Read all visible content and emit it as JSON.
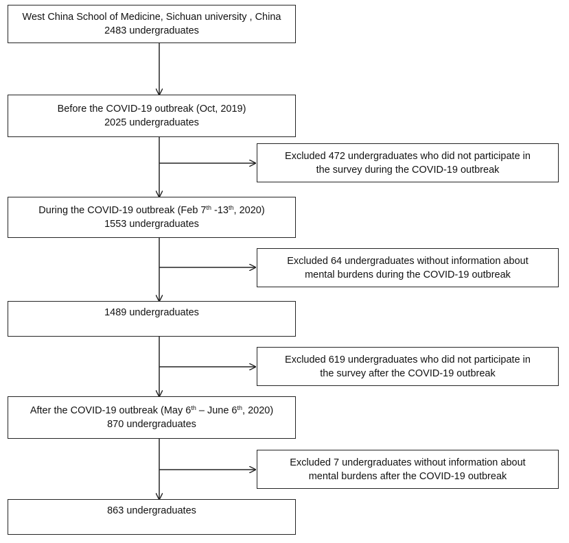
{
  "boxes": {
    "b1": {
      "line1": "West China School of Medicine, Sichuan university , China",
      "line2": "2483 undergraduates"
    },
    "b2": {
      "line1": "Before the COVID-19 outbreak (Oct, 2019)",
      "line2": "2025 undergraduates"
    },
    "b3": {
      "line1_a": "During the COVID-19 outbreak (Feb 7",
      "line1_sup1": "th",
      "line1_b": " -13",
      "line1_sup2": "th",
      "line1_c": ", 2020)",
      "line2": "1553 undergraduates"
    },
    "b4": {
      "line1": "1489 undergraduates"
    },
    "b5": {
      "line1_a": "After the  COVID-19 outbreak (May 6",
      "line1_sup1": "th",
      "line1_b": " – June 6",
      "line1_sup2": "th",
      "line1_c": ", 2020)",
      "line2": "870 undergraduates"
    },
    "b6": {
      "line1": "863 undergraduates"
    }
  },
  "exclusions": {
    "e1": {
      "line1": "Excluded 472 undergraduates who did not participate in",
      "line2": "the survey during the COVID-19 outbreak"
    },
    "e2": {
      "line1": "Excluded 64 undergraduates without information about",
      "line2": "mental burdens during the COVID-19 outbreak"
    },
    "e3": {
      "line1": "Excluded 619 undergraduates who did not participate in",
      "line2": "the survey after the COVID-19 outbreak"
    },
    "e4": {
      "line1": "Excluded 7 undergraduates without information about",
      "line2": "mental burdens after the COVID-19 outbreak"
    }
  },
  "colors": {
    "border": "#222222",
    "text": "#111111",
    "background": "#ffffff"
  }
}
